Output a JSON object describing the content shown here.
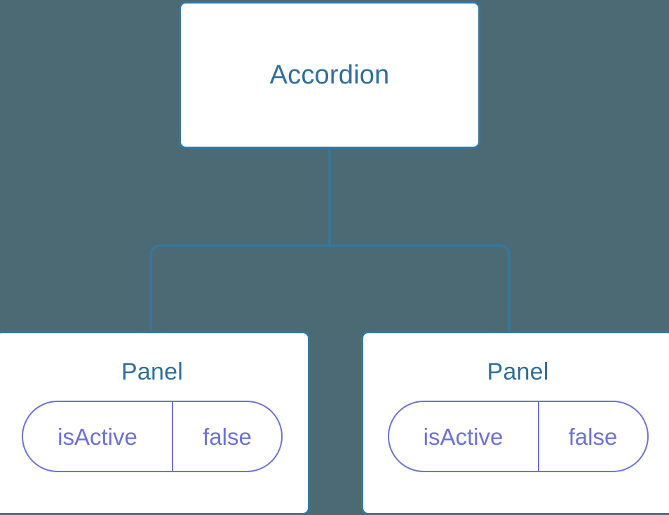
{
  "diagram": {
    "type": "component-tree",
    "background_color": "#4c6a73",
    "node_border_color": "#3179a8",
    "node_title_color": "#2e6f9e",
    "connector_color": "#3179a8",
    "prop_color": "#6b72db",
    "root": {
      "title": "Accordion"
    },
    "children": [
      {
        "title": "Panel",
        "props": [
          {
            "key": "isActive",
            "value": "false"
          }
        ]
      },
      {
        "title": "Panel",
        "props": [
          {
            "key": "isActive",
            "value": "false"
          }
        ]
      }
    ]
  }
}
